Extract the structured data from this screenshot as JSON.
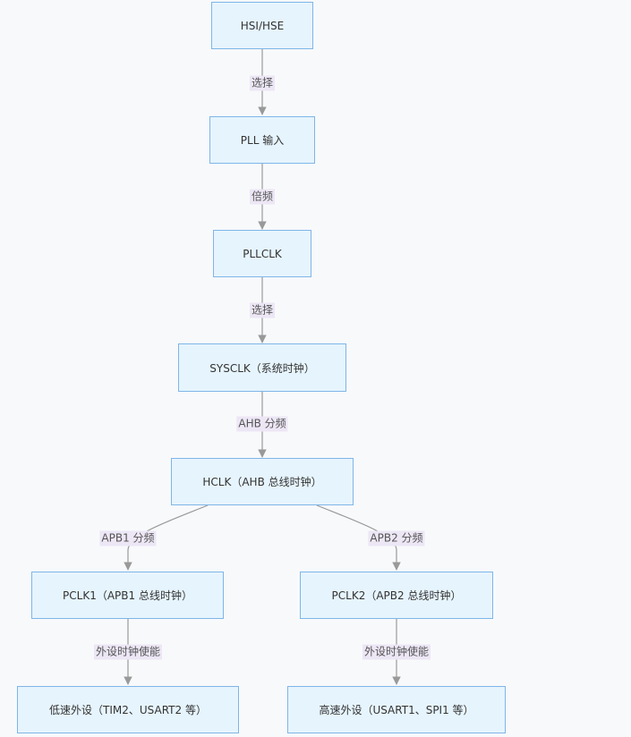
{
  "diagram": {
    "type": "flowchart",
    "direction": "top-down",
    "nodes": {
      "hsi_hse": "HSI/HSE",
      "pll_input": "PLL 输入",
      "pllclk": "PLLCLK",
      "sysclk": "SYSCLK（系统时钟）",
      "hclk": "HCLK（AHB 总线时钟）",
      "pclk1": "PCLK1（APB1 总线时钟）",
      "pclk2": "PCLK2（APB2 总线时钟）",
      "low_speed": "低速外设（TIM2、USART2 等）",
      "high_speed": "高速外设（USART1、SPI1 等）"
    },
    "edges": [
      {
        "from": "hsi_hse",
        "to": "pll_input",
        "label": "选择"
      },
      {
        "from": "pll_input",
        "to": "pllclk",
        "label": "倍频"
      },
      {
        "from": "pllclk",
        "to": "sysclk",
        "label": "选择"
      },
      {
        "from": "sysclk",
        "to": "hclk",
        "label": "AHB 分频"
      },
      {
        "from": "hclk",
        "to": "pclk1",
        "label": "APB1 分频"
      },
      {
        "from": "hclk",
        "to": "pclk2",
        "label": "APB2 分频"
      },
      {
        "from": "pclk1",
        "to": "low_speed",
        "label": "外设时钟使能"
      },
      {
        "from": "pclk2",
        "to": "high_speed",
        "label": "外设时钟使能"
      }
    ]
  },
  "colors": {
    "node_fill": "#e6f4fd",
    "node_border": "#7eb6e8",
    "edge": "#999999",
    "edge_label_bg": "#ece6f5",
    "background": "#f8f9fb"
  }
}
